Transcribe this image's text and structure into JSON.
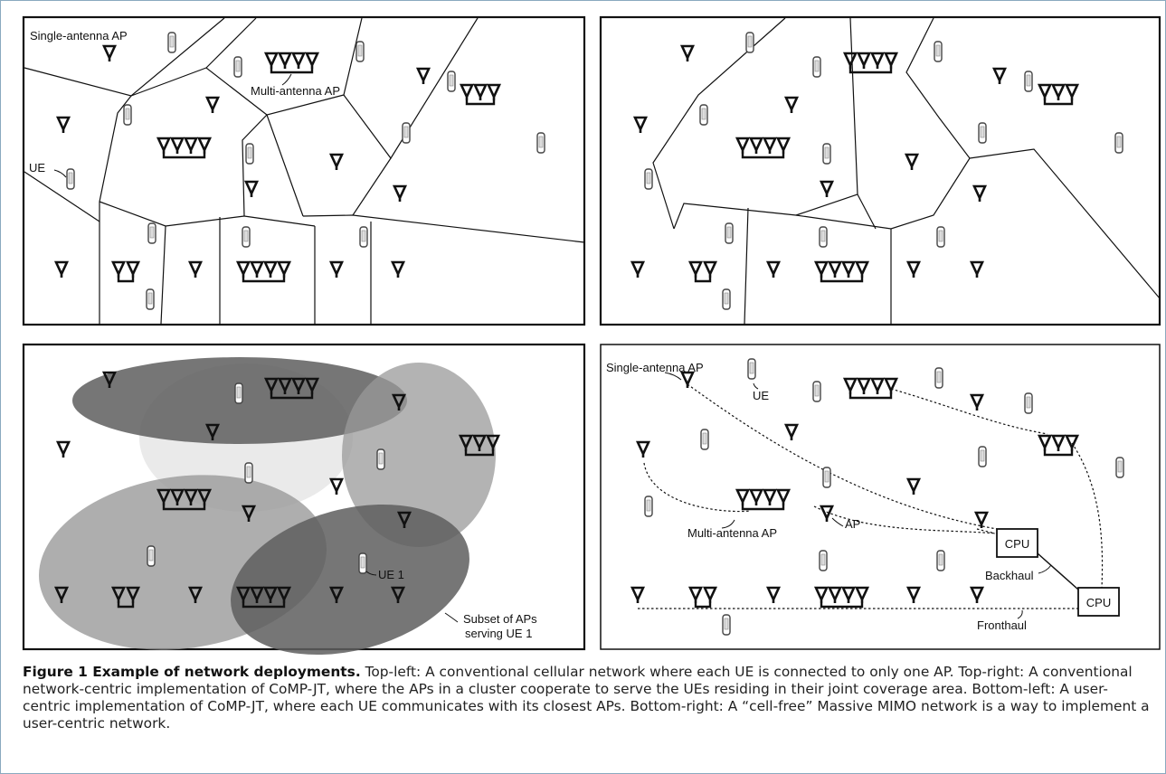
{
  "figure": {
    "caption_title": "Figure 1 Example of network deployments.",
    "caption_text": " Top-left: A conventional cellular network where each UE is connected to only one AP. Top-right: A conventional network-centric implementation of CoMP-JT, where the APs in a cluster cooperate to serve the UEs residing in their joint coverage area. Bottom-left: A user-centric implementation of CoMP-JT, where each UE communicates with its closest APs. Bottom-right: A “cell-free” Massive MIMO network is a way to implement a user-centric network."
  },
  "panel_top_left": {
    "label_single_ap": "Single-antenna AP",
    "label_multi_ap": "Multi-antenna AP",
    "label_ue": "UE"
  },
  "panel_bottom_left": {
    "label_ue1": "UE 1",
    "label_subset_line1": "Subset of APs",
    "label_subset_line2": "serving UE 1"
  },
  "panel_bottom_right": {
    "label_single_ap": "Single-antenna AP",
    "label_ue": "UE",
    "label_ap": "AP",
    "label_multi_ap": "Multi-antenna AP",
    "label_cpu_1": "CPU",
    "label_cpu_2": "CPU",
    "label_backhaul": "Backhaul",
    "label_fronthaul": "Fronthaul"
  },
  "colors": {
    "ellipse_dark": "#5e5e5e",
    "ellipse_mid": "#9a9a9a",
    "ellipse_light": "#e6e6e6",
    "frame": "#8aa9bf"
  }
}
